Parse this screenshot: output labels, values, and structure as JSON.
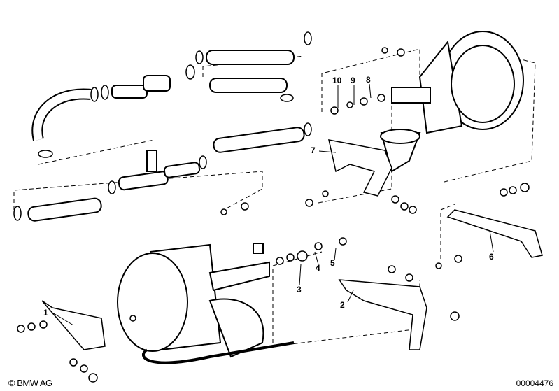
{
  "diagram": {
    "part_labels": [
      "1",
      "2",
      "3",
      "4",
      "5",
      "6",
      "7",
      "8",
      "9",
      "10"
    ],
    "copyright": "© BMW AG",
    "drawing_number": "00004476"
  }
}
